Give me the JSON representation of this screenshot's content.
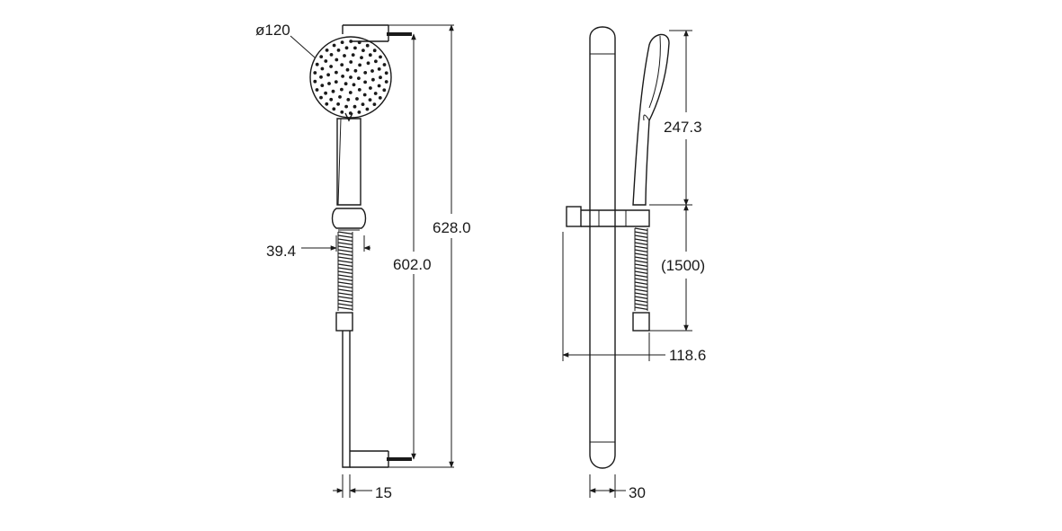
{
  "front_view": {
    "head_diameter_label": "ø120",
    "hose_width_label": "39.4",
    "bracket_span_label": "602.0",
    "rail_length_label": "628.0",
    "bracket_offset_label": "15"
  },
  "side_view": {
    "handset_height_label": "247.3",
    "hose_length_label": "(1500)",
    "projection_label": "118.6",
    "rail_depth_label": "30"
  }
}
